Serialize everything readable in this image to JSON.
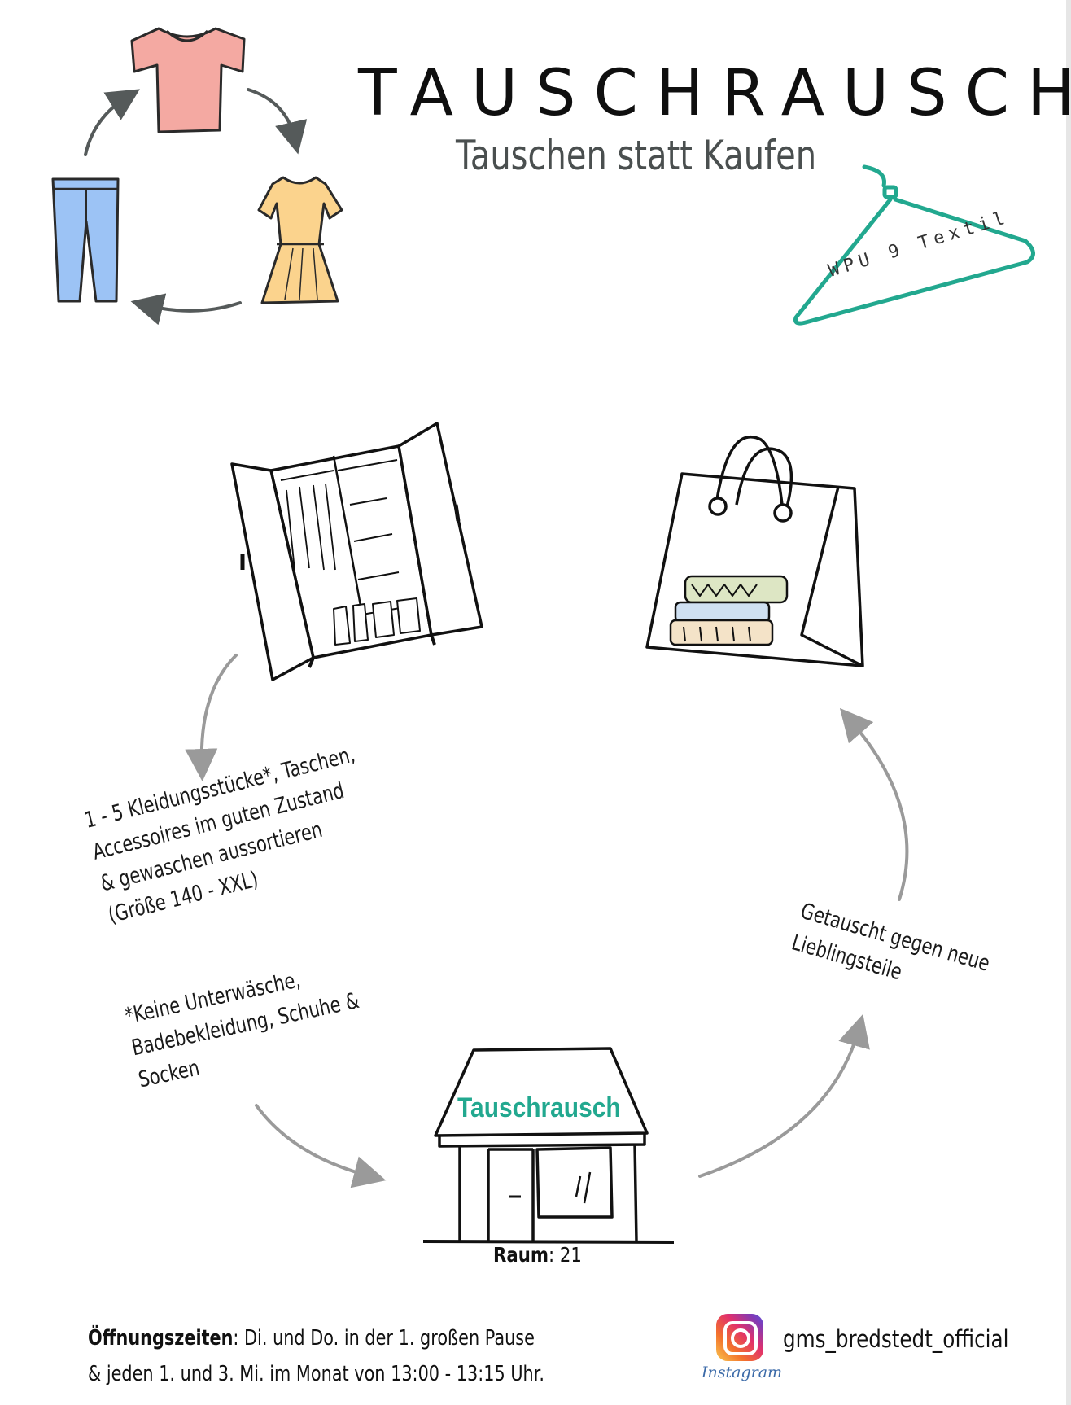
{
  "poster": {
    "title": "TAUSCHRAUSCH",
    "subtitle": "Tauschen statt Kaufen",
    "hanger_label": "WPU 9 Textil"
  },
  "steps": {
    "bring_lines": [
      "1 - 5 Kleidungsstücke*, Taschen,",
      "Accessoires im guten  Zustand",
      "& gewaschen aussortieren",
      "(Größe 140 - XXL)"
    ],
    "exclusion_lines": [
      "*Keine Unterwäsche,",
      "Badebekleidung, Schuhe &",
      "Socken"
    ],
    "result_lines": [
      "Getauscht gegen neue",
      "Lieblingsteile"
    ]
  },
  "shop": {
    "sign": "Tauschrausch",
    "room_label": "Raum",
    "room_value": ": 21"
  },
  "footer": {
    "hours_label": "Öffnungszeiten",
    "hours_line1": ": Di. und Do. in der 1. großen Pause",
    "hours_line2": "& jeden 1. und 3. Mi. im Monat von 13:00 - 13:15 Uhr.",
    "instagram_handle": "gms_bredstedt_official",
    "instagram_word": "Instagram"
  },
  "colors": {
    "accent_green": "#22a88f",
    "shirt": "#f4a9a2",
    "dress": "#fbd38d",
    "jeans": "#9cc3f5",
    "arrow_grey": "#9a9a9a"
  },
  "icons": [
    "tshirt-icon",
    "dress-icon",
    "jeans-icon",
    "hanger-icon",
    "wardrobe-icon",
    "shopping-bag-icon",
    "shop-icon",
    "instagram-icon"
  ]
}
